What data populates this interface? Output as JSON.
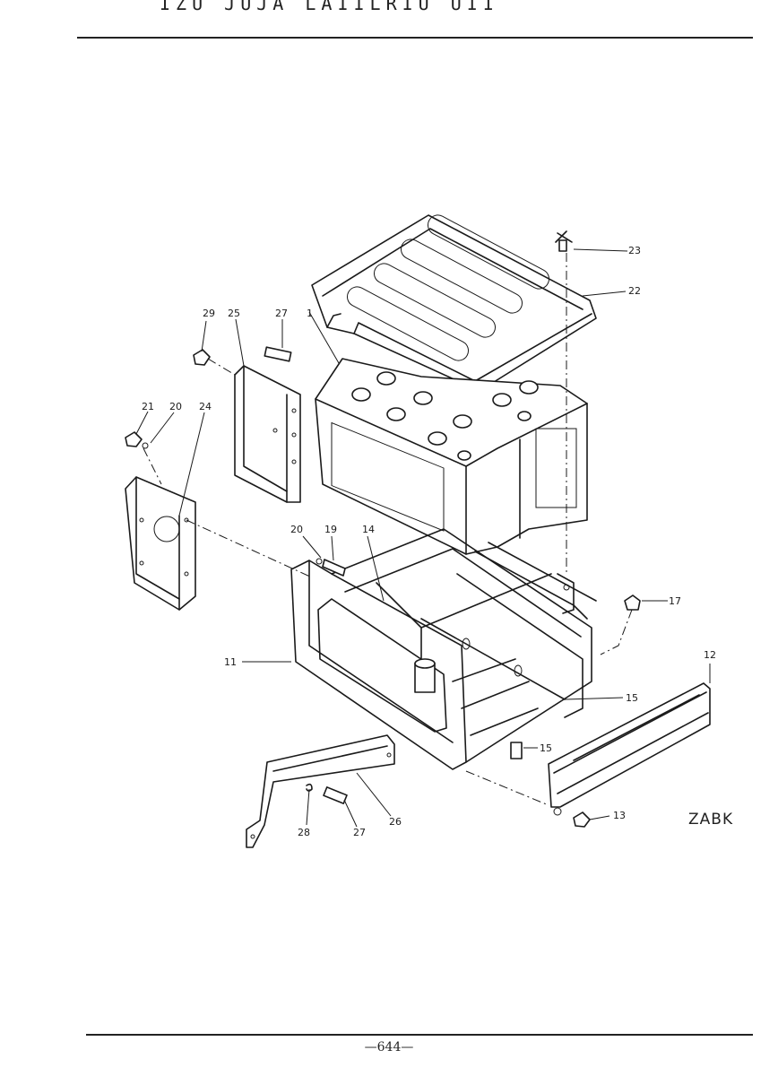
{
  "header": {
    "title_fragment": "IZU  JUJA  LAIILRIU  UII"
  },
  "diagram": {
    "code": "ZABK",
    "callouts": [
      {
        "id": "c23",
        "text": "23"
      },
      {
        "id": "c22",
        "text": "22"
      },
      {
        "id": "c29",
        "text": "29"
      },
      {
        "id": "c25",
        "text": "25"
      },
      {
        "id": "c27a",
        "text": "27"
      },
      {
        "id": "c1",
        "text": "1"
      },
      {
        "id": "c21",
        "text": "21"
      },
      {
        "id": "c20a",
        "text": "20"
      },
      {
        "id": "c24",
        "text": "24"
      },
      {
        "id": "c20b",
        "text": "20"
      },
      {
        "id": "c19",
        "text": "19"
      },
      {
        "id": "c14",
        "text": "14"
      },
      {
        "id": "c17",
        "text": "17"
      },
      {
        "id": "c11",
        "text": "11"
      },
      {
        "id": "c12",
        "text": "12"
      },
      {
        "id": "c15a",
        "text": "15"
      },
      {
        "id": "c15b",
        "text": "15"
      },
      {
        "id": "c13",
        "text": "13"
      },
      {
        "id": "c28",
        "text": "28"
      },
      {
        "id": "c27b",
        "text": "27"
      },
      {
        "id": "c26",
        "text": "26"
      }
    ]
  },
  "footer": {
    "page_number": "—644—"
  }
}
